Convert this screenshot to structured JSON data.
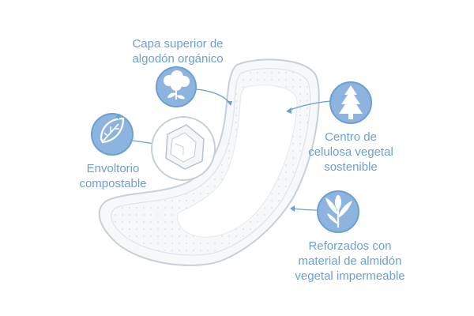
{
  "labels": {
    "top_layer": "Capa superior de\nalgodón orgánico",
    "wrapper": "Envoltorio\ncompostable",
    "core": "Centro de\ncelulosa vegetal\nsostenible",
    "reinforcement": "Reforzados con\nmaterial de almidón\nvegetal impermeable"
  },
  "icons": {
    "top_layer": "cotton-icon",
    "wrapper": "compost-leaf-icon",
    "core": "pine-tree-icon",
    "reinforcement": "corn-plant-icon"
  },
  "colors": {
    "accent": "#6c9fd2",
    "outline": "#c7cfd8",
    "icon_fill": "#8db4de",
    "pad_fill": "#f7f8fa"
  }
}
